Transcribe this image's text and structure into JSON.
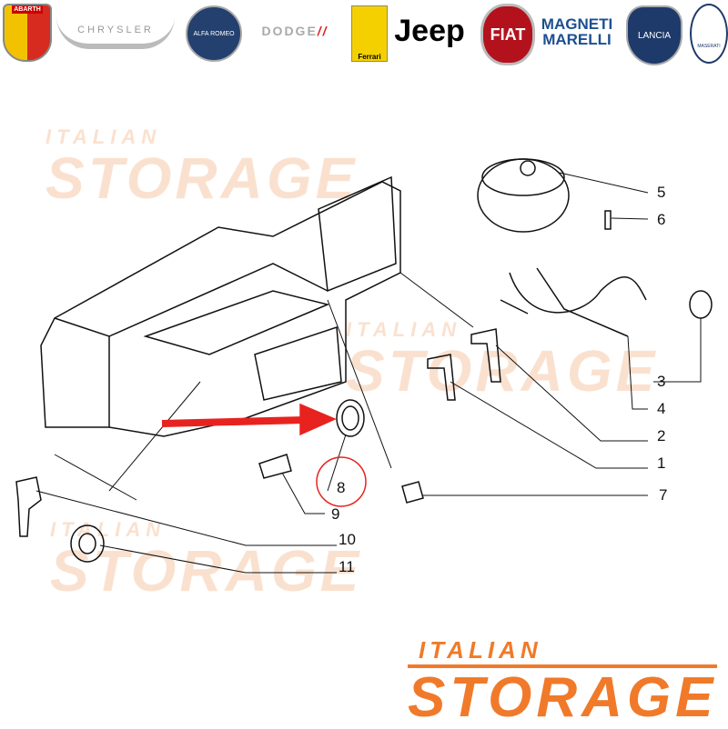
{
  "logos": [
    "ABARTH",
    "CHRYSLER",
    "ALFA ROMEO",
    "DODGE",
    "Ferrari",
    "Jeep",
    "FIAT",
    "MAGNETI MARELLI",
    "LANCIA",
    "MASERATI"
  ],
  "watermark": {
    "top": "ITALIAN",
    "bottom": "STORAGE"
  },
  "brand": {
    "top": "ITALIAN",
    "bottom": "STORAGE",
    "color": "#f07a2a"
  },
  "part_labels": [
    "1",
    "2",
    "3",
    "4",
    "5",
    "6",
    "7",
    "8",
    "9",
    "10",
    "11"
  ],
  "highlight_color": "#e8231f"
}
